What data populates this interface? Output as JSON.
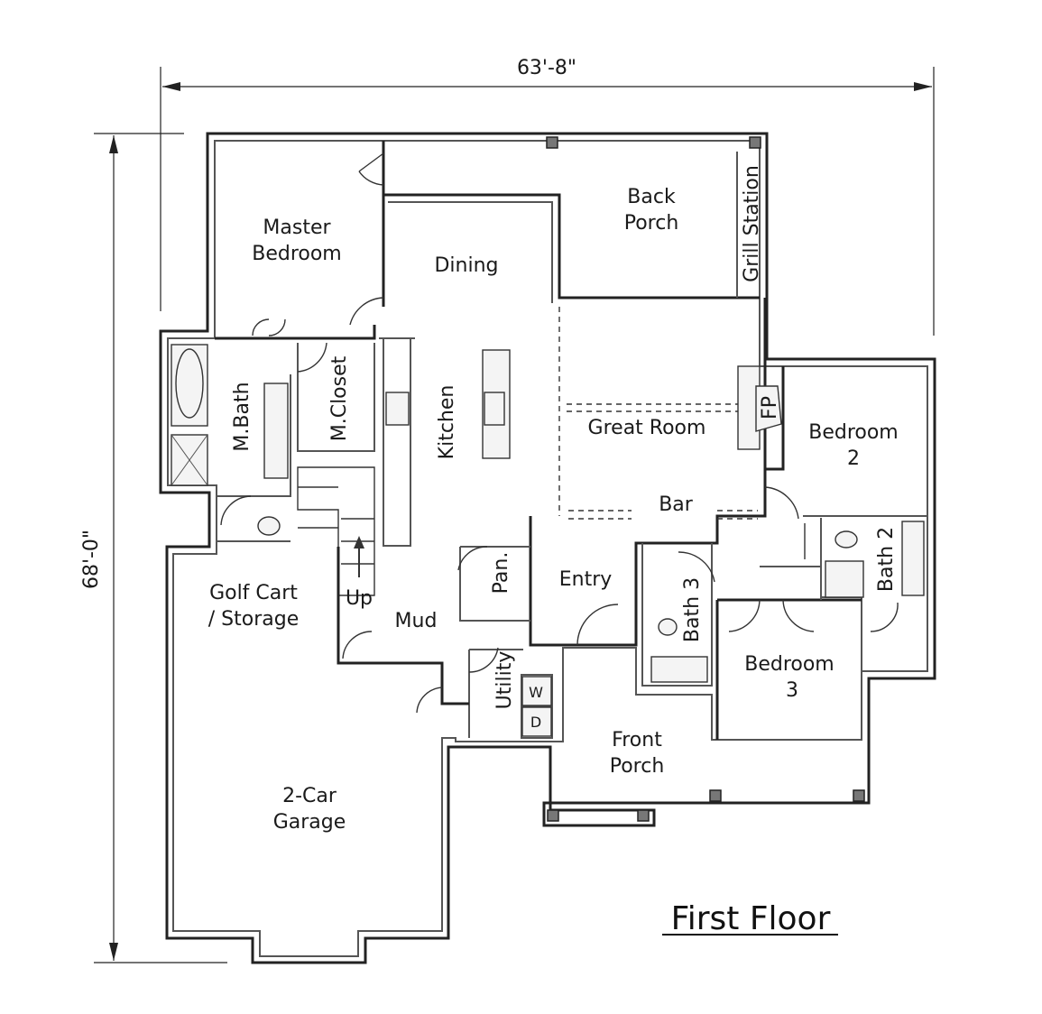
{
  "title": "First Floor",
  "dimensions": {
    "width": "63'-8\"",
    "depth": "68'-0\""
  },
  "rooms": {
    "master_bedroom": [
      "Master",
      "Bedroom"
    ],
    "dining": "Dining",
    "back_porch": [
      "Back",
      "Porch"
    ],
    "grill_station": "Grill Station",
    "m_bath": "M.Bath",
    "m_closet": "M.Closet",
    "kitchen": "Kitchen",
    "great_room": "Great Room",
    "fireplace": "FP",
    "bedroom_2": [
      "Bedroom",
      "2"
    ],
    "bar": "Bar",
    "bath_2": "Bath 2",
    "golf_cart": [
      "Golf Cart",
      "/ Storage"
    ],
    "pantry": "Pan.",
    "entry": "Entry",
    "bath_3": "Bath 3",
    "up": "Up",
    "mud": "Mud",
    "bedroom_3": [
      "Bedroom",
      "3"
    ],
    "utility": "Utility",
    "washer": "W",
    "dryer": "D",
    "front_porch": [
      "Front",
      "Porch"
    ],
    "garage": [
      "2-Car",
      "Garage"
    ]
  }
}
